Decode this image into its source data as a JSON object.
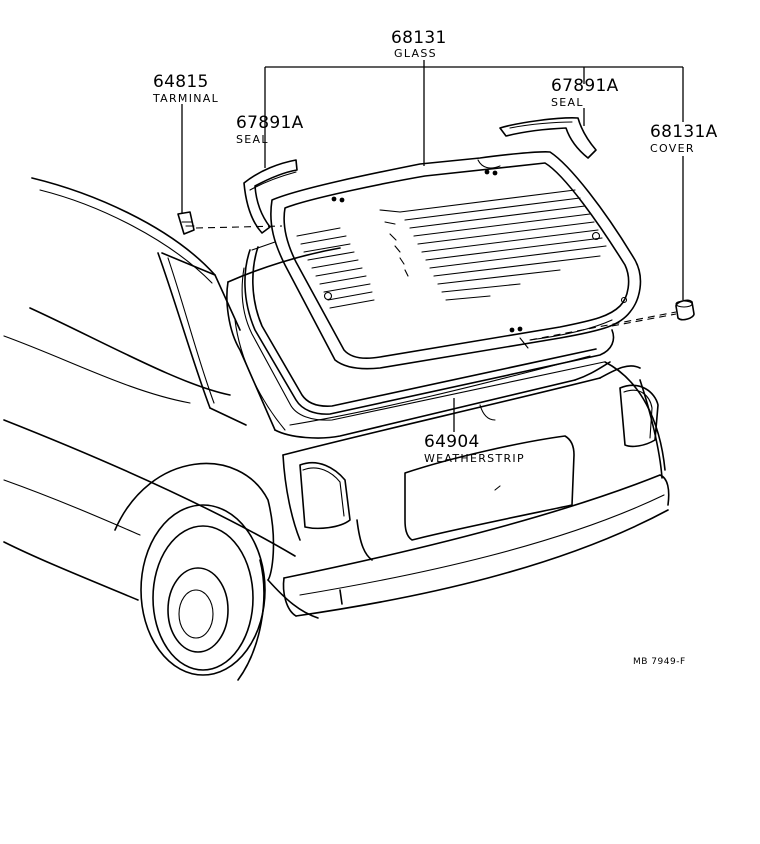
{
  "parts": [
    {
      "number": "68131",
      "name": "GLASS"
    },
    {
      "number": "64815",
      "name": "TARMINAL"
    },
    {
      "number": "67891A",
      "name": "SEAL"
    },
    {
      "number": "67891A",
      "name": "SEAL"
    },
    {
      "number": "68131A",
      "name": "COVER"
    },
    {
      "number": "64904",
      "name": "WEATHERSTRIP"
    }
  ],
  "drawing_code": "MB 7949-F"
}
